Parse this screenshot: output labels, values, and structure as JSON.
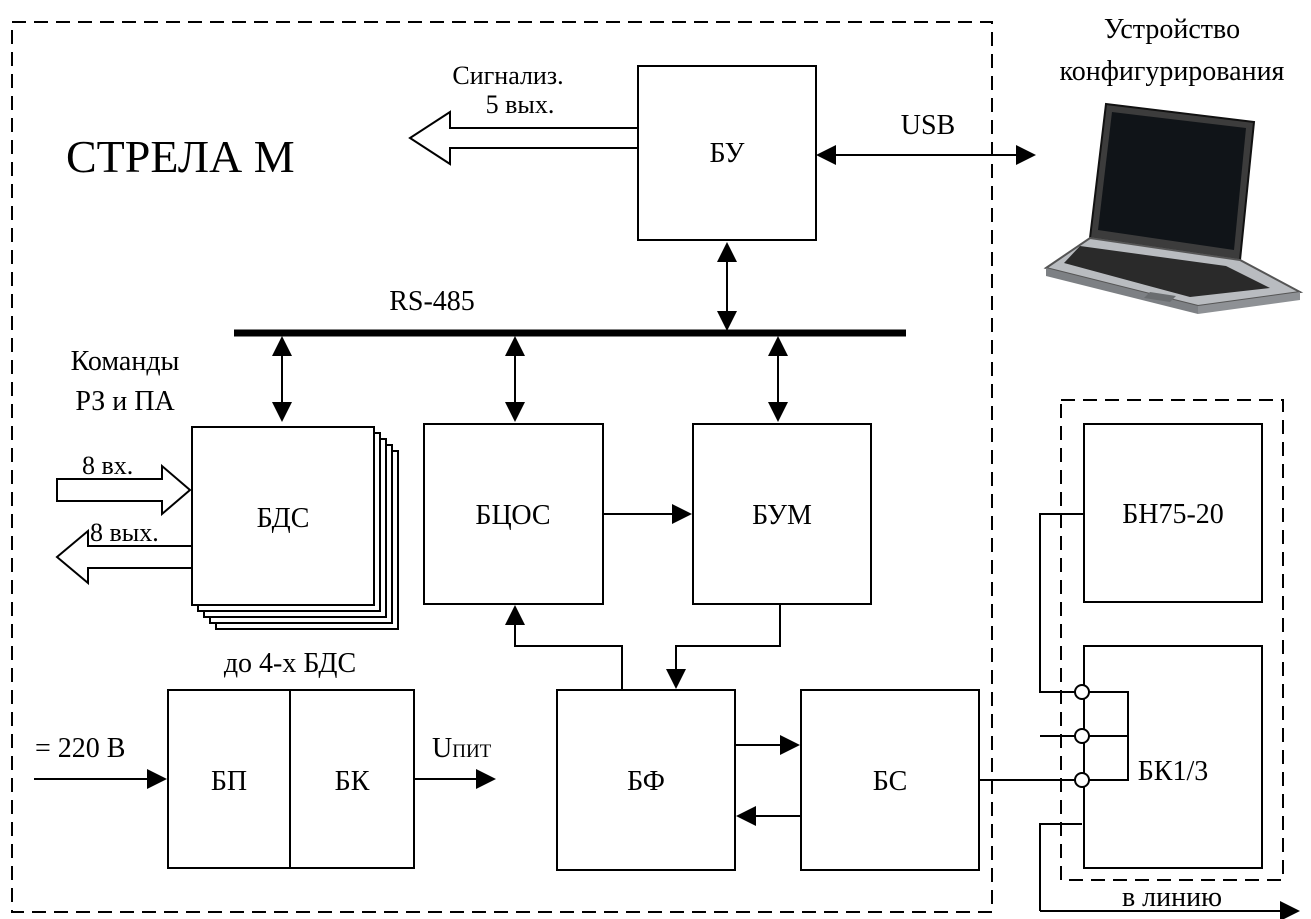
{
  "device_title": "СТРЕЛА М",
  "blocks": {
    "bu": "БУ",
    "bds": "БДС",
    "btsos": "БЦОС",
    "bum": "БУМ",
    "bp": "БП",
    "bk": "БК",
    "bf": "БФ",
    "bs": "БС",
    "bn": "БН75-20",
    "bk13": "БК1/3"
  },
  "labels": {
    "config_device_line1": "Устройство",
    "config_device_line2": "конфигурирования",
    "usb": "USB",
    "signal_line1": "Сигнализ.",
    "signal_line2": "5 вых.",
    "rs485": "RS-485",
    "commands_line1": "Команды",
    "commands_line2": "РЗ и ПА",
    "inputs": "8 вх.",
    "outputs": "8 вых.",
    "bds_count": "до 4-х БДС",
    "power_input": "= 220 В",
    "u_pit_main": "U",
    "u_pit_sub": "ПИТ",
    "to_line": "в линию"
  },
  "icons": {
    "laptop": "laptop-icon"
  }
}
